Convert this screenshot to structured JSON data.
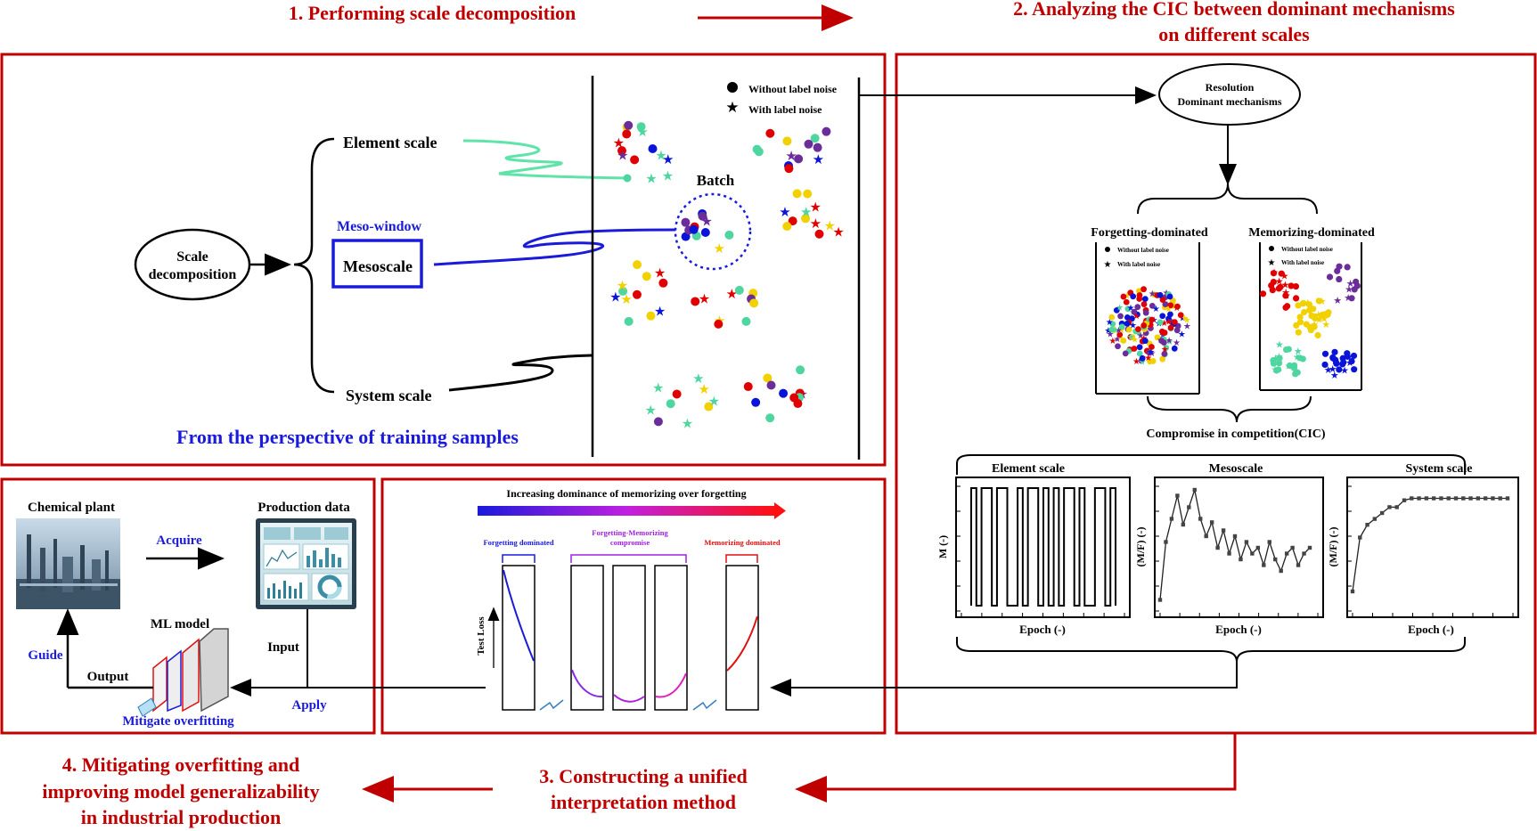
{
  "steps": {
    "s1": "1. Performing scale decomposition",
    "s2_line1": "2. Analyzing the CIC between dominant mechanisms",
    "s2_line2": "on different scales",
    "s3_line1": "3. Constructing a unified",
    "s3_line2": "interpretation method",
    "s4_line1": "4. Mitigating overfitting and",
    "s4_line2": "improving model generalizability",
    "s4_line3": "in industrial production"
  },
  "panel1": {
    "scale_decomp_line1": "Scale",
    "scale_decomp_line2": "decomposition",
    "element_scale": "Element scale",
    "meso_window": "Meso-window",
    "mesoscale": "Mesoscale",
    "system_scale": "System scale",
    "perspective": "From the perspective of training samples",
    "batch": "Batch",
    "legend_without": "Without label noise",
    "legend_with": "With label noise"
  },
  "panel2": {
    "resolution_line1": "Resolution",
    "resolution_line2": "Dominant mechanisms",
    "forgetting_dominated": "Forgetting-dominated",
    "memorizing_dominated": "Memorizing-dominated",
    "mini_without": "Without label noise",
    "mini_with": "With label noise",
    "cic": "Compromise in competition(CIC)",
    "plot_titles": [
      "Element scale",
      "Mesoscale",
      "System scale"
    ],
    "ylabels": [
      "M (-)",
      "(M/F) (-)",
      "(M/F) (-)"
    ],
    "xlabel": "Epoch (-)"
  },
  "panel3": {
    "title": "Increasing dominance of memorizing over forgetting",
    "forgetting_dominated": "Forgetting dominated",
    "compromise_line1": "Forgetting-Memorizing",
    "compromise_line2": "compromise",
    "memorizing_dominated": "Memorizing dominated",
    "test_loss": "Test Loss"
  },
  "panel4": {
    "chemical_plant": "Chemical plant",
    "production_data": "Production data",
    "acquire": "Acquire",
    "ml_model": "ML model",
    "input": "Input",
    "guide": "Guide",
    "output": "Output",
    "apply": "Apply",
    "mitigate": "Mitigate overfitting"
  },
  "colors": {
    "frame": "#c00000",
    "blue": "#1a1adb",
    "green_curve": "#5fe3a8",
    "gradient_start": "#1a1adb",
    "gradient_end": "#ff1010",
    "dot_red": "#e00000",
    "dot_yellow": "#f2d100",
    "dot_green": "#4fd6a0",
    "dot_purple": "#6a2d9a",
    "dot_blue": "#0a14d8"
  }
}
